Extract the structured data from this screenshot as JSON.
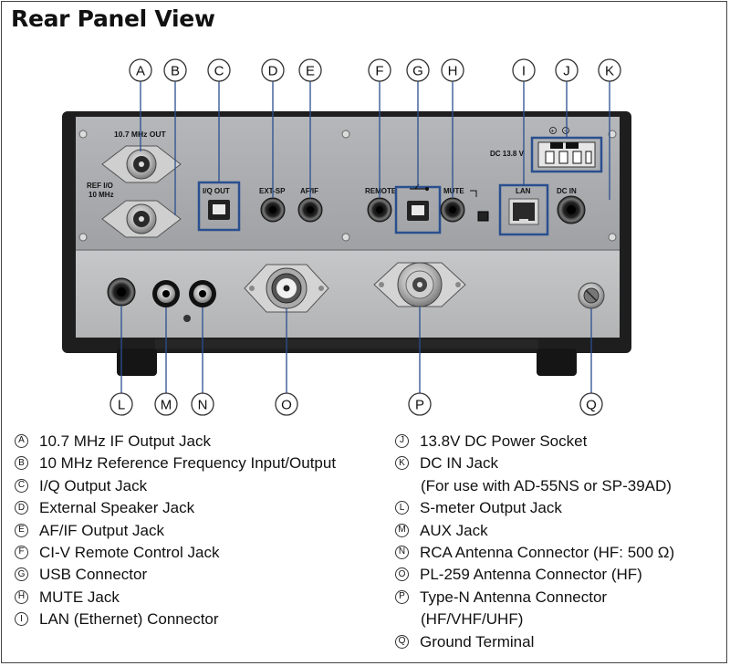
{
  "title": "Rear Panel View",
  "callouts": [
    "A",
    "B",
    "C",
    "D",
    "E",
    "F",
    "G",
    "H",
    "I",
    "J",
    "K",
    "L",
    "M",
    "N",
    "O",
    "P",
    "Q"
  ],
  "panel_labels": {
    "if_out": "10.7 MHz OUT",
    "ref_io_1": "REF I/O",
    "ref_io_2": "10 MHz",
    "iq_out": "I/Q OUT",
    "ext_sp": "EXT-SP",
    "af_if": "AF/IF",
    "remote": "REMOTE",
    "mute": "MUTE",
    "lan": "LAN",
    "dc_in": "DC IN",
    "dc_socket": "DC 13.8 V"
  },
  "legend_left": [
    {
      "letter": "A",
      "text": "10.7 MHz IF Output Jack"
    },
    {
      "letter": "B",
      "text": "10 MHz Reference Frequency Input/Output"
    },
    {
      "letter": "C",
      "text": "I/Q Output Jack"
    },
    {
      "letter": "D",
      "text": "External Speaker Jack"
    },
    {
      "letter": "E",
      "text": "AF/IF Output Jack"
    },
    {
      "letter": "F",
      "text": "CI-V Remote Control Jack"
    },
    {
      "letter": "G",
      "text": "USB Connector"
    },
    {
      "letter": "H",
      "text": "MUTE Jack"
    },
    {
      "letter": "I",
      "text": "LAN (Ethernet) Connector"
    }
  ],
  "legend_right": [
    {
      "letter": "J",
      "text": "13.8V DC Power Socket"
    },
    {
      "letter": "K",
      "text": "DC IN Jack",
      "note": "(For use with AD-55NS or SP-39AD)"
    },
    {
      "letter": "L",
      "text": "S-meter Output Jack"
    },
    {
      "letter": "M",
      "text": "AUX Jack"
    },
    {
      "letter": "N",
      "text": "RCA Antenna Connector (HF: 500 Ω)"
    },
    {
      "letter": "O",
      "text": "PL-259 Antenna Connector (HF)"
    },
    {
      "letter": "P",
      "text": "Type-N Antenna Connector",
      "note": "(HF/VHF/UHF)"
    },
    {
      "letter": "Q",
      "text": "Ground Terminal"
    }
  ],
  "colors": {
    "highlight": "#2a4f8f",
    "panel_upper": "#a9abae",
    "panel_lower": "#bfc0c1",
    "chassis": "#1e1e1e"
  }
}
